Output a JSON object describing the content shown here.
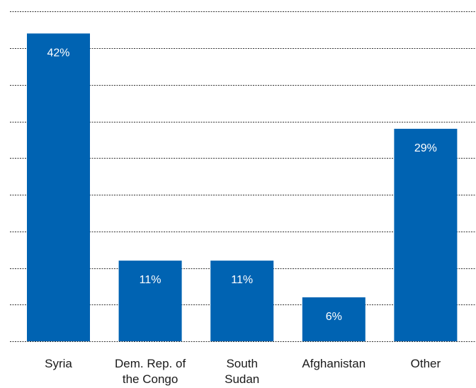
{
  "chart_data": {
    "type": "bar",
    "categories": [
      [
        "Syria"
      ],
      [
        "Dem. Rep. of",
        "the Congo"
      ],
      [
        "South",
        "Sudan"
      ],
      [
        "Afghanistan"
      ],
      [
        "Other"
      ]
    ],
    "values": [
      42,
      11,
      11,
      6,
      29
    ],
    "data_labels": [
      "42%",
      "11%",
      "11%",
      "6%",
      "29%"
    ],
    "ylim": [
      0,
      46
    ],
    "grid_step": 5,
    "grid": true,
    "grid_style": "dashed",
    "bar_color": "#0063B2",
    "label_color": "#ffffff",
    "gridline_color": "#333333"
  }
}
